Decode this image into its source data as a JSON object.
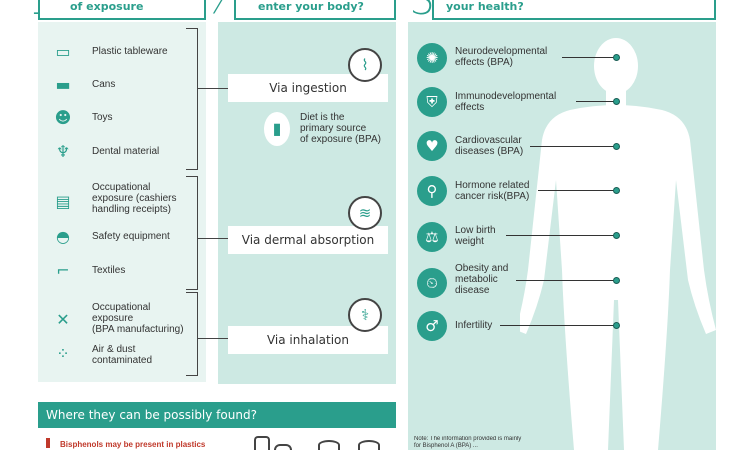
{
  "headers": {
    "col1": "of exposure",
    "col2": "enter your body?",
    "col3": "your health?"
  },
  "sources": [
    {
      "label": "Plastic tableware",
      "icon": "tableware-icon",
      "glyph": "▭"
    },
    {
      "label": "Cans",
      "icon": "can-icon",
      "glyph": "▬"
    },
    {
      "label": "Toys",
      "icon": "teddy-bear-icon",
      "glyph": "☻"
    },
    {
      "label": "Dental material",
      "icon": "tooth-icon",
      "glyph": "♆"
    },
    {
      "label": "Occupational\nexposure (cashiers\nhandling receipts)",
      "icon": "receipt-icon",
      "glyph": "▤"
    },
    {
      "label": "Safety equipment",
      "icon": "helmet-icon",
      "glyph": "◓"
    },
    {
      "label": "Textiles",
      "icon": "sock-icon",
      "glyph": "⌐"
    },
    {
      "label": "Occupational\nexposure\n(BPA manufacturing)",
      "icon": "tools-icon",
      "glyph": "✕"
    },
    {
      "label": "Air & dust\ncontaminated",
      "icon": "dust-icon",
      "glyph": "⁘"
    }
  ],
  "routes": [
    {
      "label": "Via ingestion",
      "icon": "digestion-icon",
      "glyph": "⌇"
    },
    {
      "label": "Via dermal absorption",
      "icon": "skin-icon",
      "glyph": "≋"
    },
    {
      "label": "Via inhalation",
      "icon": "lungs-icon",
      "glyph": "⚕"
    }
  ],
  "ingestion_note": "Diet is the\nprimary source\nof exposure (BPA)",
  "effects": [
    {
      "label": "Neurodevelopmental\neffects (BPA)",
      "icon": "neuron-icon",
      "glyph": "✺"
    },
    {
      "label": "Immunodevelopmental\neffects",
      "icon": "shield-icon",
      "glyph": "⛨"
    },
    {
      "label": "Cardiovascular\ndiseases (BPA)",
      "icon": "heart-icon",
      "glyph": "♥"
    },
    {
      "label": "Hormone related\ncancer risk(BPA)",
      "icon": "ribbon-icon",
      "glyph": "⚲"
    },
    {
      "label": "Low birth\nweight",
      "icon": "baby-scale-icon",
      "glyph": "⚖"
    },
    {
      "label": "Obesity and\nmetabolic\ndisease",
      "icon": "weight-scale-icon",
      "glyph": "⏲"
    },
    {
      "label": "Infertility",
      "icon": "sperm-icon",
      "glyph": "♂"
    }
  ],
  "found_title": "Where they can be possibly found?",
  "found_warning": "Bisphenols may be present in plastics",
  "note": "Note: The information provided is mainly\nfor Bisphenol A (BPA) ..."
}
